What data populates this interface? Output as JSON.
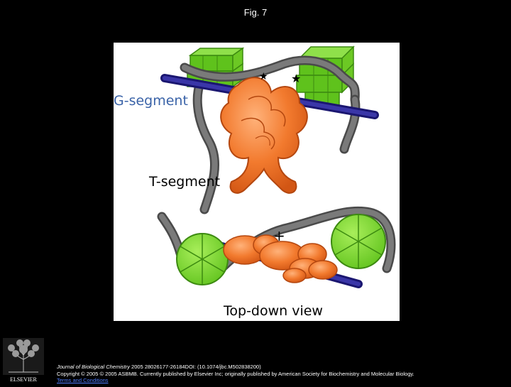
{
  "slide": {
    "title": "Fig. 7"
  },
  "figure": {
    "labels": {
      "g_segment": "G-segment",
      "t_segment": "T-segment",
      "top_down": "Top-down view",
      "plus": "+"
    },
    "colors": {
      "g_segment_label": "#3a63a8",
      "dna": "#707070",
      "t_segment_rod": "#2e2a8f",
      "nucleosome": "#7dd62f",
      "enzyme": "#f27a2e"
    }
  },
  "publisher": {
    "logo_text": "ELSEVIER"
  },
  "citation": {
    "journal": "Journal of Biological Chemistry",
    "details": " 2005 28026177-26184DOI: (10.1074/jbc.M502838200)",
    "copyright": "Copyright © 2005 © 2005 ASBMB. Currently published by Elsevier Inc; originally published by American Society for Biochemistry and Molecular Biology.",
    "terms_link": "Terms and Conditions"
  }
}
